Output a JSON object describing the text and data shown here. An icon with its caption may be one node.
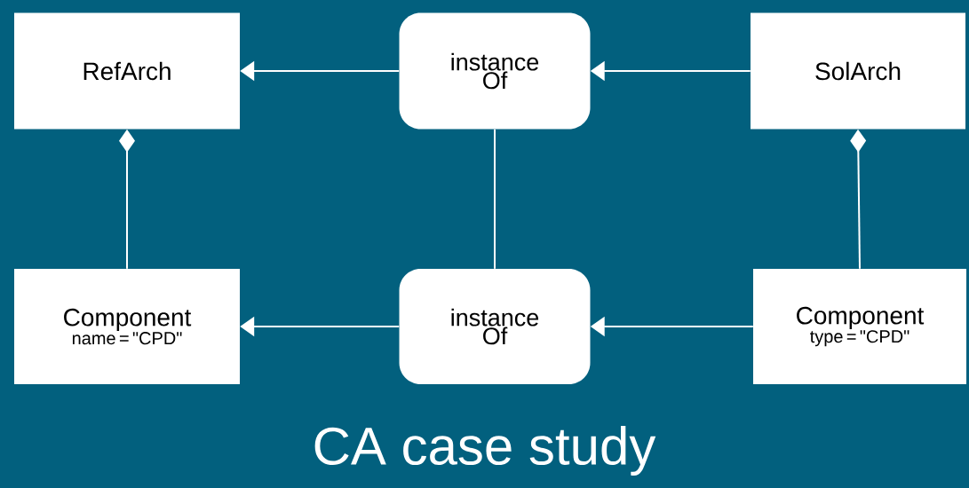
{
  "diagram": {
    "title": "CA case study",
    "nodes": [
      {
        "text": [
          "RefArch"
        ]
      },
      {
        "text": [
          "instance Of"
        ]
      },
      {
        "text": [
          "SolArch"
        ]
      },
      {
        "text": [
          "Component",
          "name = \"CPD\""
        ]
      },
      {
        "text": [
          "instance Of"
        ]
      },
      {
        "text": [
          "Component",
          "type = \"CPD\""
        ]
      }
    ],
    "edges": [
      {
        "from": 1,
        "to": 0,
        "arrow": "to"
      },
      {
        "from": 2,
        "to": 1,
        "arrow": "to"
      },
      {
        "from": 3,
        "to": 0,
        "arrow": "other"
      },
      {
        "from": 5,
        "to": 2,
        "arrow": "other"
      },
      {
        "from": 1,
        "to": 4,
        "arrow": "none"
      },
      {
        "from": 4,
        "to": 3,
        "arrow": "to"
      },
      {
        "from": 5,
        "to": 4,
        "arrow": "to"
      }
    ]
  }
}
